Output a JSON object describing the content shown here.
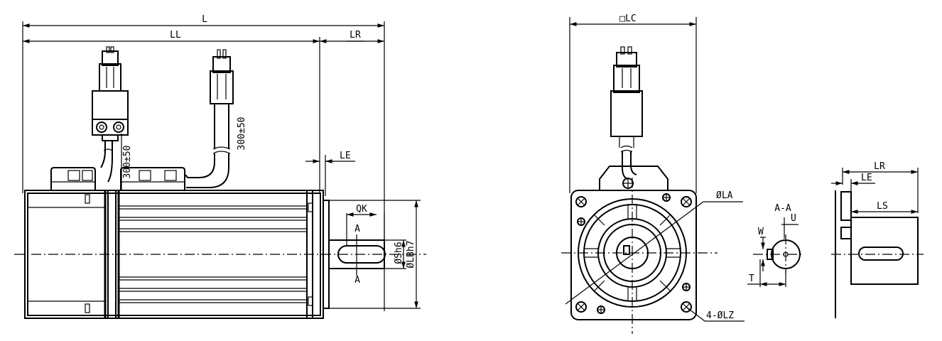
{
  "dimensions": {
    "overall_length": "L",
    "body_length": "LL",
    "shaft_length": "LR",
    "flange_thickness": "LE",
    "key_length": "QK",
    "shaft_diameter": "ØSh6",
    "pilot_diameter": "ØLBh7",
    "flange_square": "□LC",
    "bolt_circle": "ØLA",
    "mounting_holes": "4-ØLZ",
    "section_label": "A-A",
    "key_height": "U",
    "key_width": "W",
    "key_depth": "T",
    "shaft_length_side": "LR",
    "flange_thickness_side": "LE",
    "key_segment": "LS",
    "section_mark_top": "A",
    "section_mark_bottom": "A"
  },
  "cable_lengths": {
    "encoder_cable": "300±50",
    "power_cable": "300±50"
  }
}
